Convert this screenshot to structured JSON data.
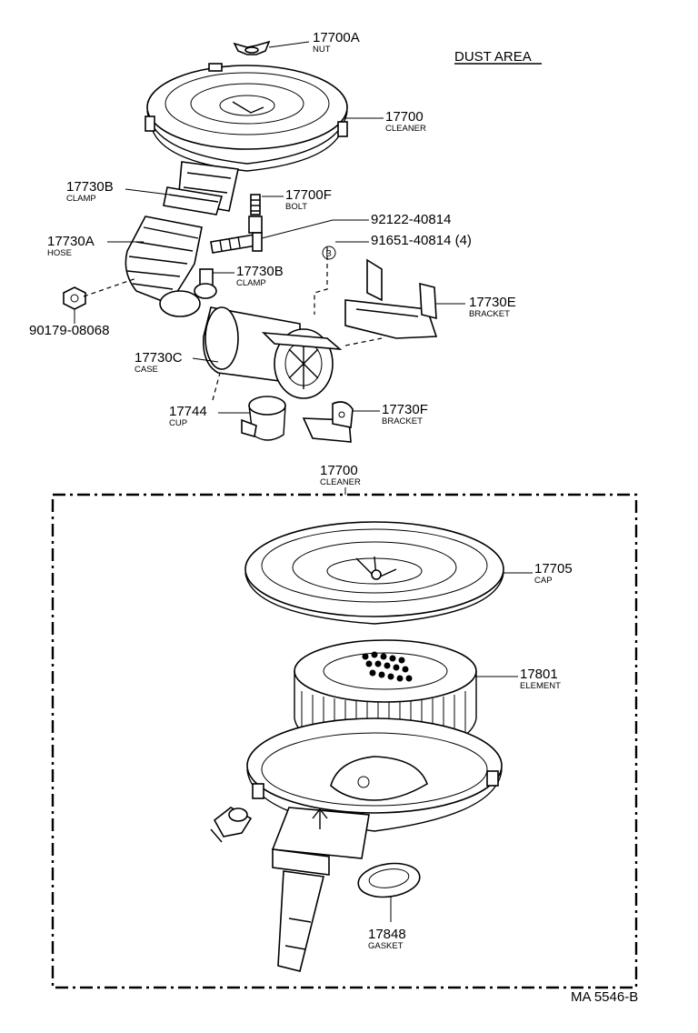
{
  "header": {
    "area_label": "DUST AREA"
  },
  "callouts": {
    "p17700A": {
      "number": "17700A",
      "name": "NUT"
    },
    "p17700": {
      "number": "17700",
      "name": "CLEANER"
    },
    "p17730B_top": {
      "number": "17730B",
      "name": "CLAMP"
    },
    "p17700F": {
      "number": "17700F",
      "name": "BOLT"
    },
    "p92122": {
      "number": "92122-40814"
    },
    "p91651": {
      "number": "91651-40814 (4)"
    },
    "circle_mark": "B",
    "p17730A": {
      "number": "17730A",
      "name": "HOSE"
    },
    "p17730B_mid": {
      "number": "17730B",
      "name": "CLAMP"
    },
    "p17730E": {
      "number": "17730E",
      "name": "BRACKET"
    },
    "p90179": {
      "number": "90179-08068"
    },
    "p17730C": {
      "number": "17730C",
      "name": "CASE"
    },
    "p17744": {
      "number": "17744",
      "name": "CUP"
    },
    "p17730F": {
      "number": "17730F",
      "name": "BRACKET"
    },
    "assembly": {
      "number": "17700",
      "name": "CLEANER"
    },
    "p17705": {
      "number": "17705",
      "name": "CAP"
    },
    "p17801": {
      "number": "17801",
      "name": "ELEMENT"
    },
    "p17848": {
      "number": "17848",
      "name": "GASKET"
    }
  },
  "footer": {
    "drawing_code": "MA 5546-B"
  }
}
